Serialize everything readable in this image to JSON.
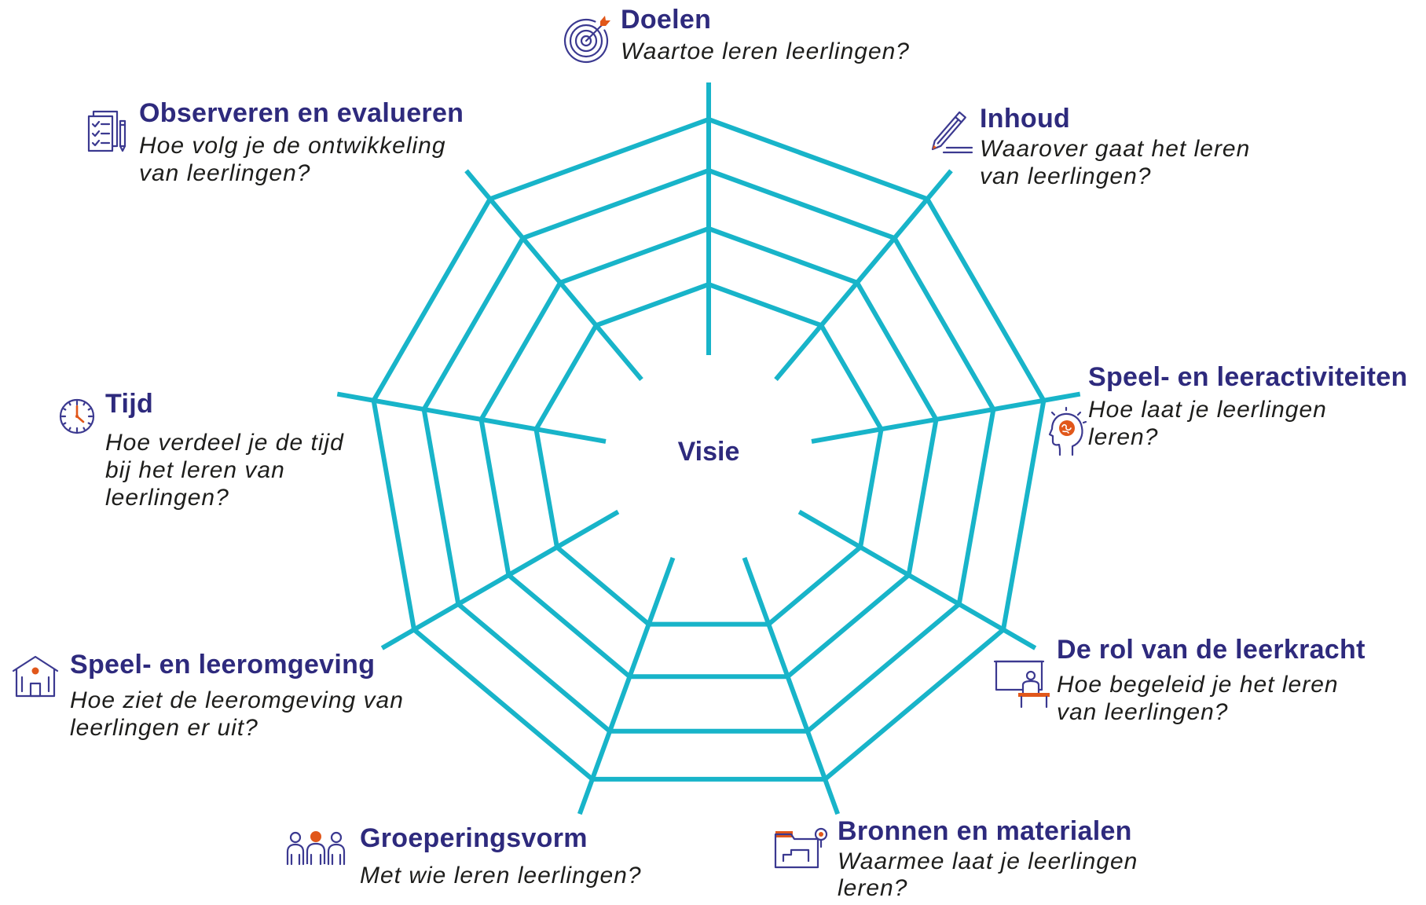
{
  "center": {
    "label": "Visie"
  },
  "dimensions": [
    {
      "title": "Doelen",
      "question": [
        "Waartoe leren leerlingen?"
      ],
      "icon": "target-icon"
    },
    {
      "title": "Inhoud",
      "question": [
        "Waarover gaat het leren",
        "van leerlingen?"
      ],
      "icon": "pencil-icon"
    },
    {
      "title": "Speel- en leeractiviteiten",
      "question": [
        "Hoe laat je leerlingen",
        "leren?"
      ],
      "icon": "brain-head-icon"
    },
    {
      "title": "De rol van de leerkracht",
      "question": [
        "Hoe begeleid je het leren",
        "van leerlingen?"
      ],
      "icon": "teacher-icon"
    },
    {
      "title": "Bronnen en materialen",
      "question": [
        "Waarmee laat je leerlingen",
        "leren?"
      ],
      "icon": "folder-search-icon"
    },
    {
      "title": "Groeperingsvorm",
      "question": [
        "Met wie leren leerlingen?"
      ],
      "icon": "group-icon"
    },
    {
      "title": "Speel- en leeromgeving",
      "question": [
        "Hoe ziet de leeromgeving van",
        "leerlingen er uit?"
      ],
      "icon": "school-building-icon"
    },
    {
      "title": "Tijd",
      "question": [
        "Hoe verdeel je de tijd",
        "bij het leren van",
        "leerlingen?"
      ],
      "icon": "clock-icon"
    },
    {
      "title": "Observeren en evalueren",
      "question": [
        "Hoe volg je de ontwikkeling",
        "van leerlingen?"
      ],
      "icon": "checklist-icon"
    }
  ],
  "colors": {
    "web": "#18b4c9",
    "title": "#2e2a7d",
    "question": "#1d1d1b",
    "icon": "#3b3990",
    "accent": "#e1571a"
  }
}
